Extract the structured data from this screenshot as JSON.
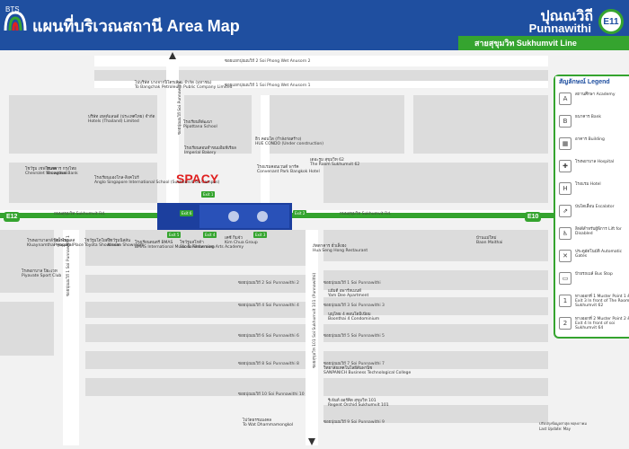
{
  "header": {
    "logo_text": "BTS",
    "title": "แผนที่บริเวณสถานี  Area Map",
    "station_th": "ปุณณวิถี",
    "station_en": "Punnawithi",
    "station_code": "E11",
    "line_name": "สายสุขุมวิท  Sukhumvit Line"
  },
  "markers": {
    "west": "E12",
    "east": "E10"
  },
  "spacy": "SPACY",
  "roads": {
    "main_west": "ถนนสุขุมวิท Sukhumvit Rd.",
    "main_east": "ถนนสุขุมวิท Sukhumvit Rd.",
    "soi_2_top": "ซอยแยกปุณณวิถี 2 Soi Phong Wet Anusorn 2",
    "soi_1_top": "ซอยแยกปุณณวิถี 1 Soi Phong Wet Anusorn 1",
    "soi_punnawithi": "ซอยปุณณวิถี Soi Punnawithi",
    "sukhumvit_101": "ซอยสุขุมวิท 101 Soi Sukhumvit 101 (Punnawithi)",
    "soi_p1": "ซอยปุณณวิถี 1 Soi Punnawithi",
    "soi_p2": "ซอยปุณณวิถี 2 Soi Punnawithi 2",
    "soi_p3": "ซอยปุณณวิถี 3 Soi Punnawithi 3",
    "soi_p4": "ซอยปุณณวิถี 4 Soi Punnawithi 4",
    "soi_p5": "ซอยปุณณวิถี 5 Soi Punnawithi 5",
    "soi_p6": "ซอยปุณณวิถี 6 Soi Punnawithi 6",
    "soi_p7": "ซอยปุณณวิถี 7 Soi Punnawithi 7",
    "soi_p8": "ซอยปุณณวิถี 8 Soi Punnawithi 8",
    "soi_p9": "ซอยปุณณวิถี 9 Soi Punnawithi 9",
    "soi_p10": "ซอยปุณณวิถี 10 Soi Punnawithi 10",
    "soi_footsoi1": "ซอยปุณณวิถี 1 Soi Punnawithi 1"
  },
  "places": {
    "bangchak": "ไปบริษัท บางจากปิโตรเลียม จำกัด (มหาชน)",
    "bangchak_en": "To Bangchak Petroleum Public Company Limited",
    "hotels_thai": "บริษัท เฮลท์แลนด์ (ประเทศไทย) จำกัด",
    "hotels_thai_en": "Hotels (Thailand) Limited",
    "pipattana": "โรงเรียนพิพัฒนา",
    "pipattana_en": "Pipattana School",
    "hue_condo": "ฮิว คอนโด (กำลังก่อสร้าง)",
    "hue_condo_en": "HUE CONDO (Under construction)",
    "imperial": "โรงเรียนสอนทำขนมอิมพีเรียล",
    "imperial_en": "Imperial Bakery",
    "convenant": "โรงแรมคอนเวนต์ พาร์ค",
    "convenant_en": "Convenant Park Bangkok Hotel",
    "the_room": "เดอะรูม สุขุมวิท 62",
    "the_room_en": "The Room Sukhumvit 62",
    "chevrolet": "โชว์รูม เชฟโรเลต",
    "chevrolet_en": "Chevrolet Showroom",
    "krungthai": "ธนาคาร กรุงไทย",
    "krungthai_en": "Krungthai Bank",
    "anglo": "โรงเรียนแองโกล-สิงคโปร์",
    "anglo_en": "Anglo Singapore International School (Sukhumvit 64 Campus)",
    "hospital": "โรงพยาบาลกล้วยน้ำไท",
    "hospital_en": "Kluaynamthai Hospital",
    "piyavate": "โรงพยาบาล ปิยะเวท",
    "piyavate_en": "Piyavate Sport Club",
    "piyaporn": "ปิยะพรเพลส",
    "piyaporn_en": "Piyaporn Place",
    "toyota": "โชว์รูมโตโยต้า",
    "toyota_en": "Toyota Showroom",
    "nissan": "โชว์รูมนิสสัน",
    "nissan_en": "Nissan Showroom",
    "bmas": "โรงเรียนดนตรี BMAS",
    "bmas_en": "BMAS International Music & Performing Arts Academy",
    "skoda": "โชว์รูมสโกด้า",
    "skoda_en": "Skoda Showroom",
    "kim_chua": "เคซี กิมจัว",
    "kim_chua_en": "Kim Chua Group",
    "hua_seng": "ภัตตาคาร ฮั่วเส็งฮง",
    "hua_seng_en": "Hua Seng Hong Restaurant",
    "baan_mai": "บ้านแม่ใหม่",
    "baan_mai_en": "Baan Maithai",
    "yam_dee": "แย้มดี อพาร์ทเมนท์",
    "yam_dee_en": "Yam Dee Apartment",
    "boonthai": "บุญไทย 4 คอนโดมิเนียม",
    "boonthai_en": "Boonthai 4 Condominium",
    "sanpanich": "วิทยาลัยเทคโนโลยีสันพานิช",
    "sanpanich_en": "SANPANICH Business Technological College",
    "regent": "รีเจ้นท์ ออร์คิด สุขุมวิท 101",
    "regent_en": "Regent Orchid Sukhumvit 101",
    "wat": "ไปวัดธรรมมงคล",
    "wat_en": "To Wat Dhammamongkol"
  },
  "exits": {
    "e1": "Exit 1",
    "e2": "Exit 2",
    "e3": "Exit 3",
    "e4": "Exit 4",
    "e5": "Exit 5",
    "e6": "Exit 6"
  },
  "legend": {
    "title": "สัญลักษณ์  Legend",
    "items": [
      {
        "icon": "academy-icon",
        "glyph": "A",
        "label": "สถานศึกษา Academy"
      },
      {
        "icon": "bank-icon",
        "glyph": "B",
        "label": "ธนาคาร Bank"
      },
      {
        "icon": "building-icon",
        "glyph": "▦",
        "label": "อาคาร Building"
      },
      {
        "icon": "hospital-icon",
        "glyph": "✚",
        "label": "โรงพยาบาล Hospital"
      },
      {
        "icon": "hotel-icon",
        "glyph": "H",
        "label": "โรงแรม Hotel"
      },
      {
        "icon": "escalator-icon",
        "glyph": "⇗",
        "label": "บันไดเลื่อน Escalator"
      },
      {
        "icon": "lift-icon",
        "glyph": "♿",
        "label": "ลิฟต์สำหรับผู้พิการ Lift for Disabled"
      },
      {
        "icon": "automatic-gates-icon",
        "glyph": "✕",
        "label": "ประตูอัตโนมัติ Automatic Gates"
      },
      {
        "icon": "bus-stop-icon",
        "glyph": "▭",
        "label": "ป้ายรถเมล์ Bus Stop"
      },
      {
        "icon": "exit-1-icon",
        "glyph": "1",
        "label": "ทางออกที่ 1 Muster Point 1 & Exit 3 In front of The Room Sukhumvit 62"
      },
      {
        "icon": "exit-2-icon",
        "glyph": "2",
        "label": "ทางออกที่ 2 Muster Point 2 & Exit 4 In front of soi Sukhumvit 64"
      }
    ]
  },
  "footer": {
    "line1": "ปรับปรุงข้อมูลล่าสุด พฤษภาคม",
    "line2": "Last Update: May"
  },
  "colors": {
    "header_blue": "#1f4fa0",
    "line_green": "#35a42f",
    "station_blue": "#1c3f9e",
    "road_white": "#ffffff",
    "block_gray": "#dcdcdc",
    "accent_red": "#e02020"
  }
}
